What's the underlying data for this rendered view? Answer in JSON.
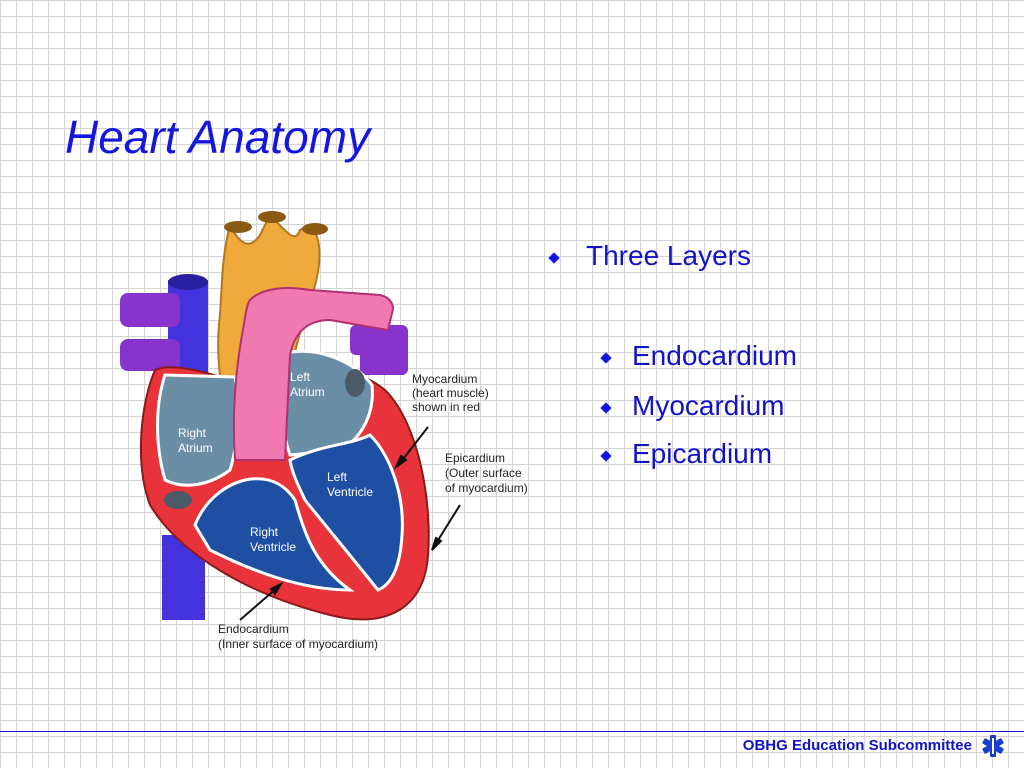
{
  "slide": {
    "title": "Heart Anatomy",
    "bullets": {
      "main": "Three Layers",
      "sub": [
        "Endocardium",
        "Myocardium",
        "Epicardium"
      ]
    },
    "footer": "OBHG Education Subcommittee",
    "colors": {
      "title": "#1515e0",
      "bullet": "#1515e0",
      "myocardium": "#e8333a",
      "ventricles": "#1e4fa3",
      "atria": "#6b8ea7",
      "aorta": "#f0aa3c",
      "pulmonary": "#f07ab0",
      "vena_cava": "#4433dd",
      "pulmonary_veins": "#8833cc"
    }
  },
  "diagram": {
    "labels": {
      "left_atrium": [
        "Left",
        "Atrium"
      ],
      "right_atrium": [
        "Right",
        "Atrium"
      ],
      "left_ventricle": [
        "Left",
        "Ventricle"
      ],
      "right_ventricle": [
        "Right",
        "Ventricle"
      ],
      "myocardium": [
        "Myocardium",
        "(heart muscle)",
        "shown in red"
      ],
      "epicardium": [
        "Epicardium",
        "(Outer surface",
        "of myocardium)"
      ],
      "endocardium": [
        "Endocardium",
        "(Inner surface of myocardium)"
      ]
    }
  }
}
